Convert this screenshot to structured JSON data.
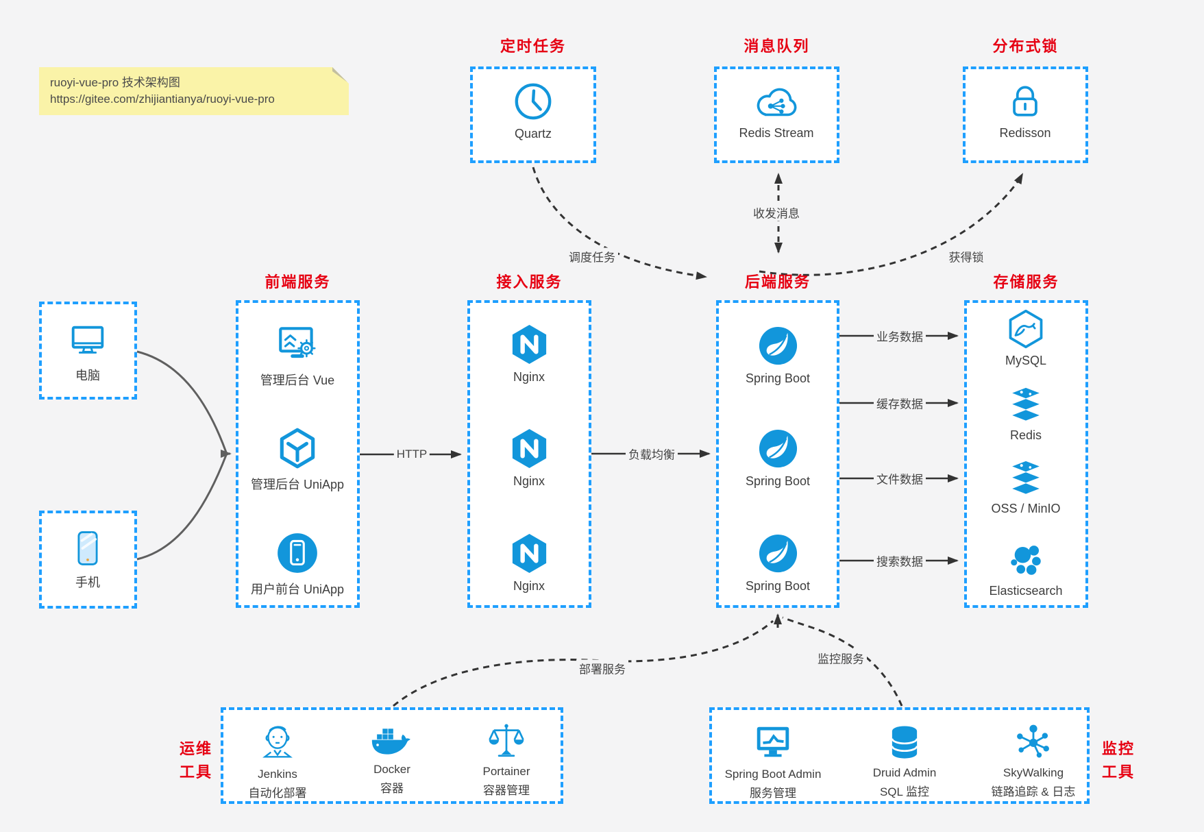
{
  "note": {
    "line1": "ruoyi-vue-pro 技术架构图",
    "line2": "https://gitee.com/zhijiantianya/ruoyi-vue-pro"
  },
  "titles": {
    "scheduler": "定时任务",
    "mq": "消息队列",
    "lock": "分布式锁",
    "frontend": "前端服务",
    "gateway": "接入服务",
    "backend": "后端服务",
    "storage": "存储服务",
    "ops_line1": "运维",
    "ops_line2": "工具",
    "monitor_line1": "监控",
    "monitor_line2": "工具"
  },
  "nodes": {
    "quartz": "Quartz",
    "redis_stream": "Redis Stream",
    "redisson": "Redisson",
    "pc": "电脑",
    "mobile": "手机",
    "frontend_items": [
      "管理后台 Vue",
      "管理后台 UniApp",
      "用户前台 UniApp"
    ],
    "gateway_items": [
      "Nginx",
      "Nginx",
      "Nginx"
    ],
    "backend_items": [
      "Spring Boot",
      "Spring Boot",
      "Spring Boot"
    ],
    "storage_items": [
      "MySQL",
      "Redis",
      "OSS / MinIO",
      "Elasticsearch"
    ],
    "ops_items": [
      {
        "name": "Jenkins",
        "desc": "自动化部署"
      },
      {
        "name": "Docker",
        "desc": "容器"
      },
      {
        "name": "Portainer",
        "desc": "容器管理"
      }
    ],
    "monitor_items": [
      {
        "name": "Spring Boot Admin",
        "desc": "服务管理"
      },
      {
        "name": "Druid Admin",
        "desc": "SQL 监控"
      },
      {
        "name": "SkyWalking",
        "desc": "链路追踪 & 日志"
      }
    ]
  },
  "connectors": {
    "http": "HTTP",
    "load_balance": "负载均衡",
    "dispatch_task": "调度任务",
    "send_receive_msg": "收发消息",
    "acquire_lock": "获得锁",
    "business_data": "业务数据",
    "cache_data": "缓存数据",
    "file_data": "文件数据",
    "search_data": "搜索数据",
    "deploy_service": "部署服务",
    "monitor_service": "监控服务"
  },
  "colors": {
    "accent_blue": "#1296db",
    "border_blue": "#1e9fff",
    "title_red": "#e60012",
    "note_yellow": "#faf3a8",
    "arrow_dark": "#333333",
    "arrow_gray": "#5f5f5f",
    "background": "#f4f4f5"
  }
}
